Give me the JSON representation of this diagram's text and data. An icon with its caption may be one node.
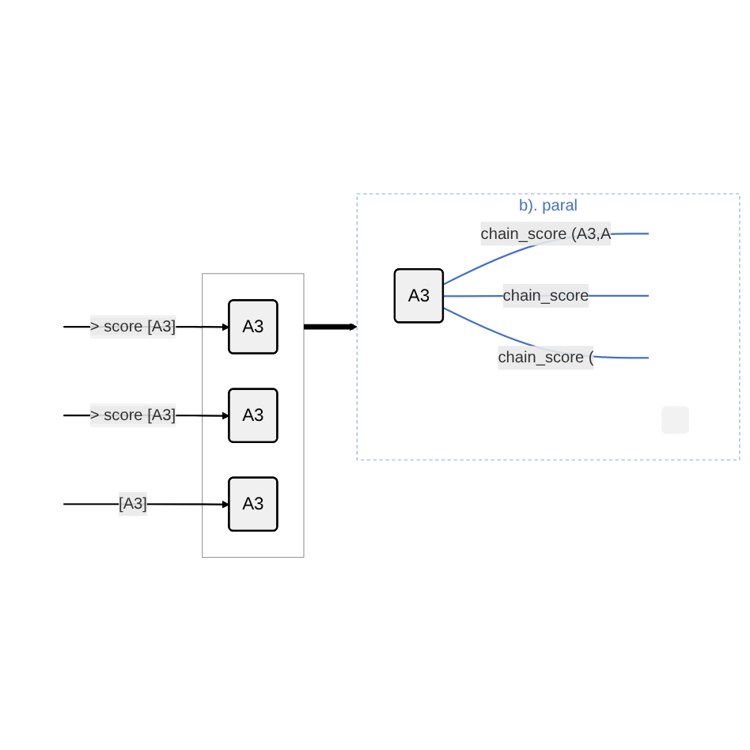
{
  "diagram": {
    "nodes": [
      {
        "text": [],
        "shape": "box"
      },
      {
        "text": [
          "A3"
        ],
        "in": 0
      },
      {
        "text": [
          "A3"
        ],
        "in": 0
      },
      {
        "text": [
          "A3"
        ],
        "in": 0
      },
      {
        "text": [
          "b). paral"
        ]
      },
      {
        "text": [
          "A3"
        ],
        "in": 4
      },
      {
        "text": [],
        "shape": "box",
        "in": 4
      }
    ],
    "edges": [
      {
        "from": null,
        "to": 1,
        "arrow": "to",
        "label": "> score [A3]"
      },
      {
        "from": null,
        "to": 2,
        "arrow": "to",
        "label": "> score [A3]"
      },
      {
        "from": null,
        "to": 3,
        "arrow": "to",
        "label": "[A3]"
      },
      {
        "from": 0,
        "to": 4,
        "arrow": "to",
        "style": "thick"
      },
      {
        "from": 5,
        "to": null,
        "arrow": "none",
        "label": "chain_score (A3,A",
        "color": "#4472c4"
      },
      {
        "from": 5,
        "to": null,
        "arrow": "none",
        "label": "chain_score",
        "color": "#4472c4"
      },
      {
        "from": 5,
        "to": null,
        "arrow": "none",
        "label": "chain_score (",
        "color": "#4472c4"
      }
    ]
  }
}
